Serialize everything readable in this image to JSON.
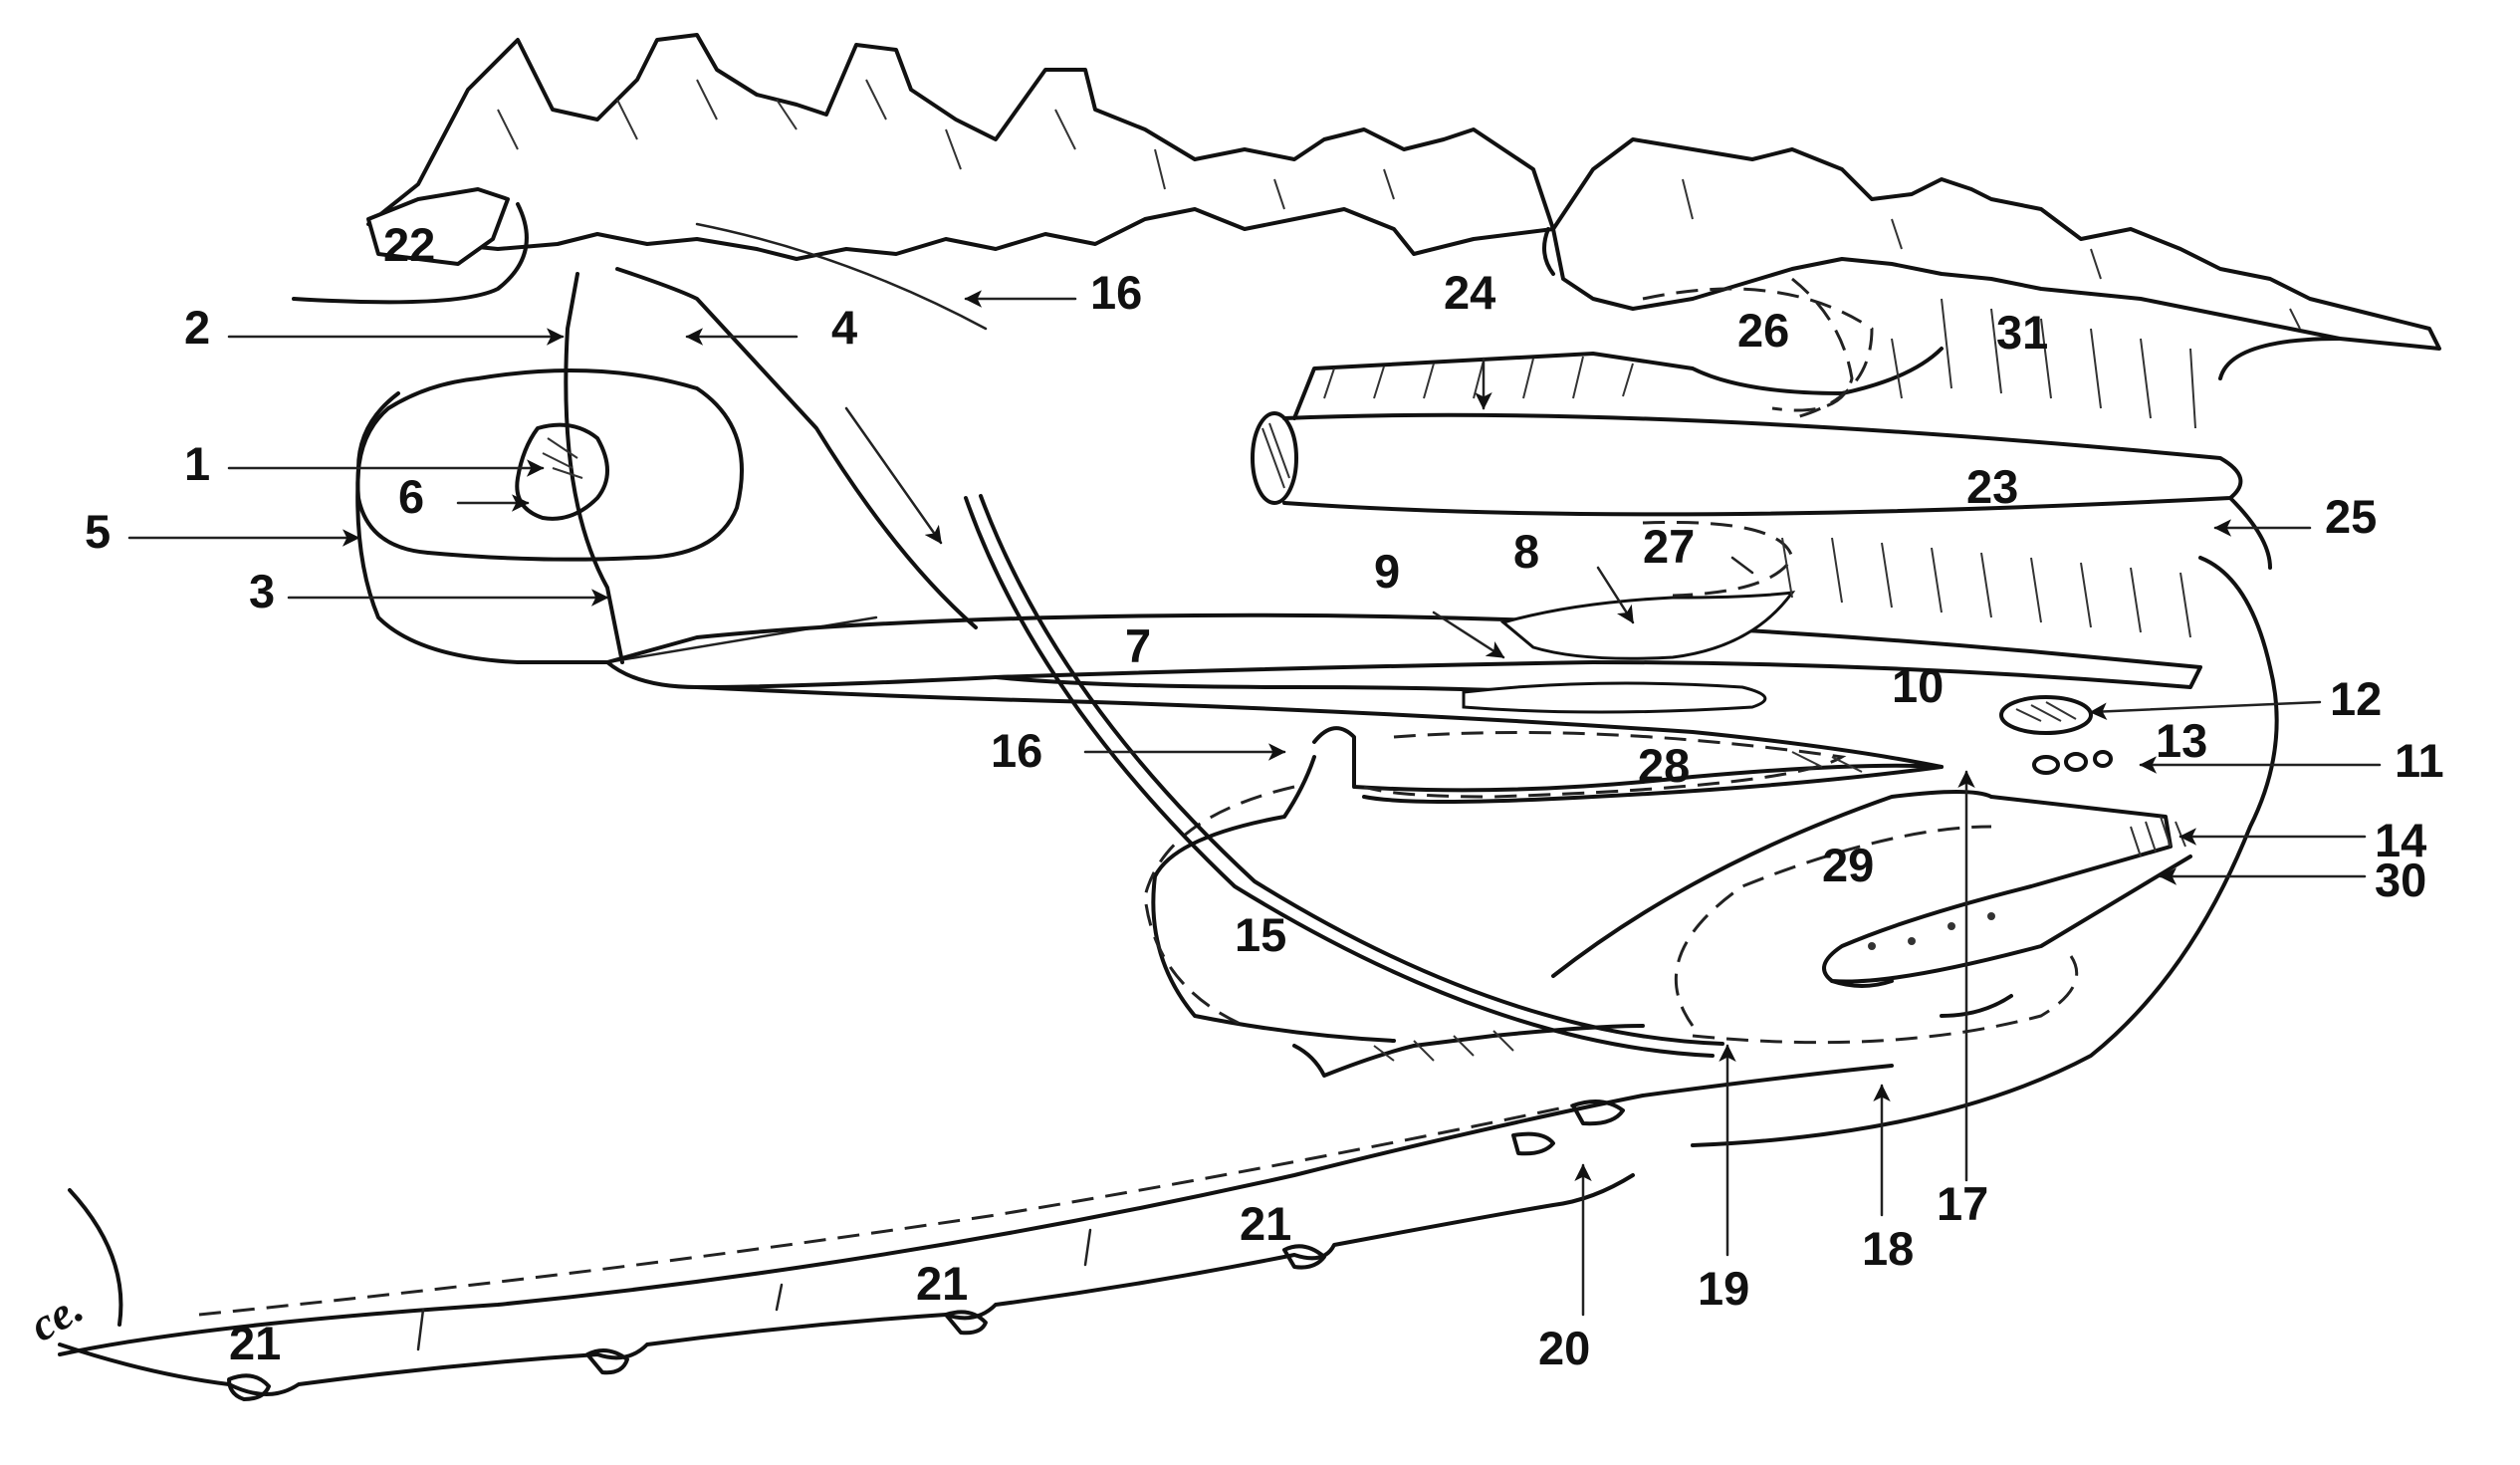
{
  "labels": {
    "l1": "1",
    "l2": "2",
    "l3": "3",
    "l4": "4",
    "l5": "5",
    "l6": "6",
    "l7": "7",
    "l8": "8",
    "l9": "9",
    "l10": "10",
    "l11": "11",
    "l12": "12",
    "l13": "13",
    "l14": "14",
    "l15": "15",
    "l16a": "16",
    "l16b": "16",
    "l17": "17",
    "l18": "18",
    "l19": "19",
    "l20": "20",
    "l21a": "21",
    "l21b": "21",
    "l21c": "21",
    "l22": "22",
    "l23": "23",
    "l24": "24",
    "l25": "25",
    "l26": "26",
    "l27": "27",
    "l28": "28",
    "l29": "29",
    "l30": "30",
    "l31": "31",
    "cs": "ce."
  }
}
